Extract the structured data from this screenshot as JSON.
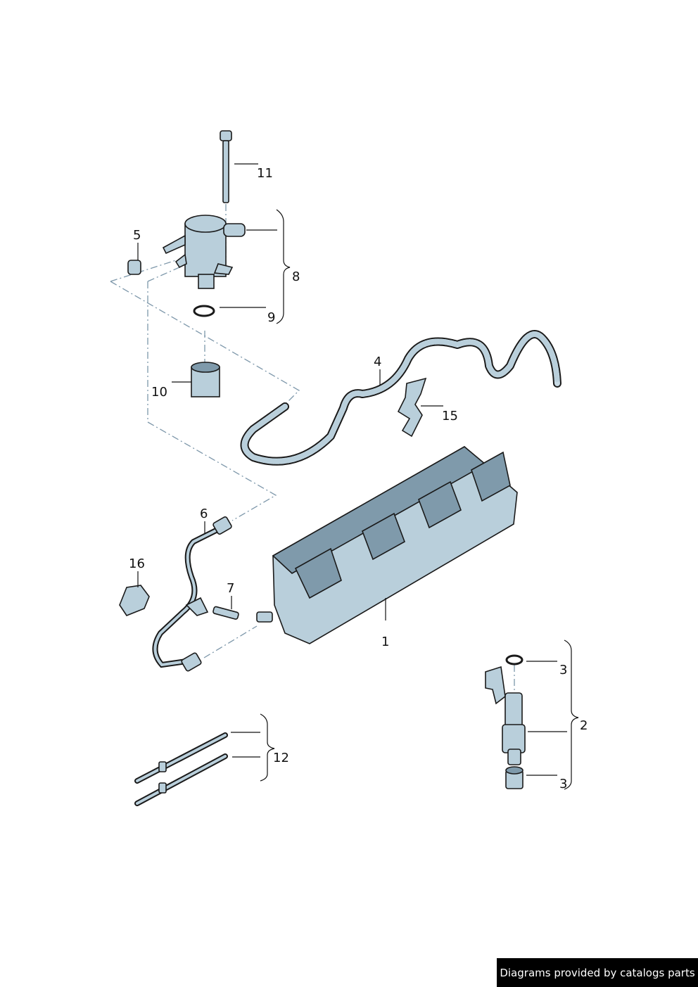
{
  "callouts": {
    "c1": "1",
    "c2": "2",
    "c3a": "3",
    "c3b": "3",
    "c4": "4",
    "c5": "5",
    "c6": "6",
    "c7": "7",
    "c8": "8",
    "c9": "9",
    "c10": "10",
    "c11": "11",
    "c12": "12",
    "c15": "15",
    "c16": "16"
  },
  "footer": {
    "text": "Diagrams provided by catalogs parts"
  },
  "colors": {
    "part_fill": "#b9cfdb",
    "line": "#1a1a1a",
    "centerline": "#7d97aa",
    "footer_bg": "#000000"
  }
}
